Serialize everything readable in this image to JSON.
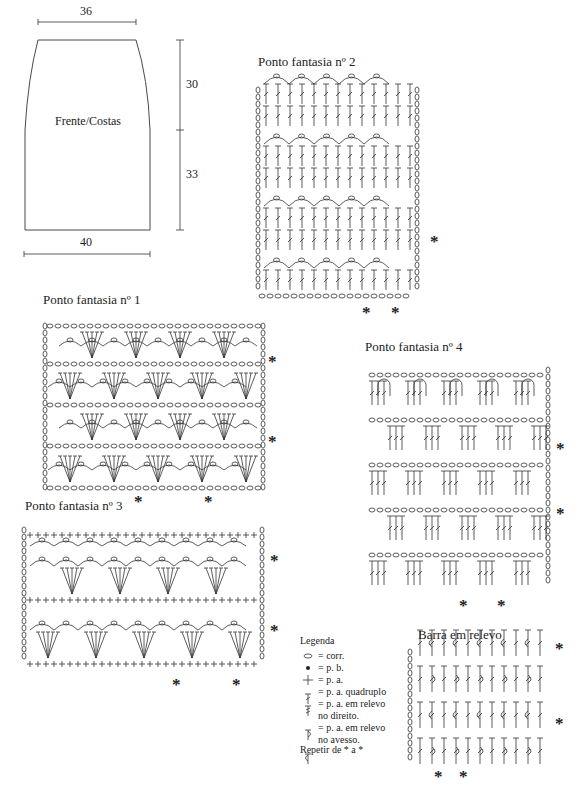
{
  "diagram": {
    "nodes": [
      {
        "text": [
          "Frente/Costas"
        ]
      }
    ],
    "labels": [
      "36",
      "30",
      "33",
      "40",
      "Ponto fantasia nº 2",
      "*",
      "*",
      "*",
      "Ponto fantasia nº 1",
      "*",
      "*",
      "*",
      "*",
      "Ponto fantasia nº 4",
      "*",
      "*",
      "*",
      "*",
      "Ponto fantasia nº 3",
      "*",
      "*",
      "*",
      "*",
      "Legenda",
      "Repetir de * a *",
      "Barra em relevo",
      "*",
      "*",
      "*",
      "*"
    ],
    "legend": [
      {
        "text": "= corr."
      },
      {
        "text": "= p. b."
      },
      {
        "text": "= p. a."
      },
      {
        "text": "= p. a. quadruplo"
      },
      {
        "text": "= p. a. em relevo no direito."
      },
      {
        "text": "= p. a. em relevo no avesso."
      }
    ]
  }
}
